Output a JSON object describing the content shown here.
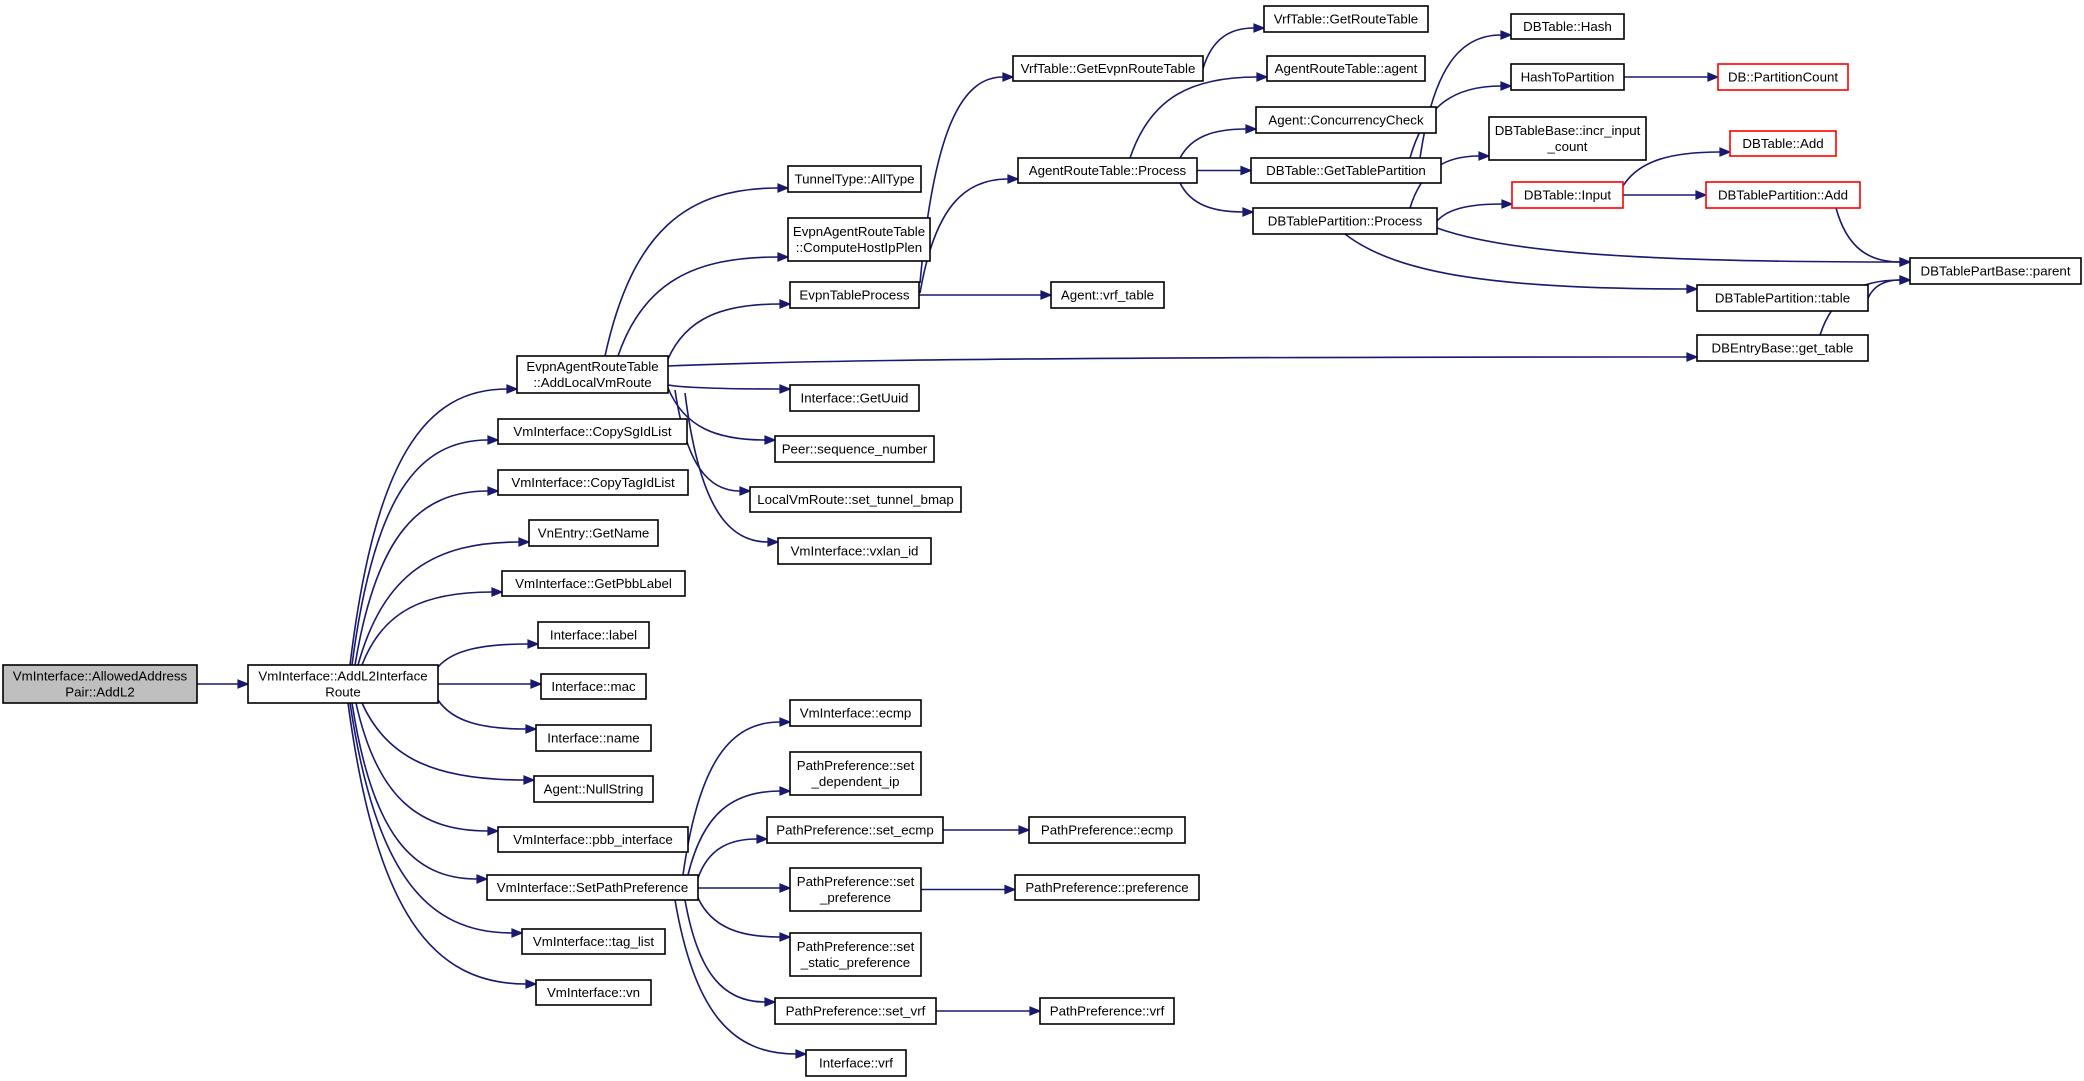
{
  "colors": {
    "edge": "#191970",
    "box_border": "#000000",
    "box_border_truncated": "#ff0000",
    "root_fill": "#bfbfbf",
    "fill": "#ffffff"
  },
  "nodes": [
    {
      "id": "n_root",
      "lines": [
        "VmInterface::AllowedAddress",
        "Pair::AddL2"
      ],
      "style": "root"
    },
    {
      "id": "n_addl2",
      "lines": [
        "VmInterface::AddL2Interface",
        "Route"
      ]
    },
    {
      "id": "n_evpnadd",
      "lines": [
        "EvpnAgentRouteTable",
        "::AddLocalVmRoute"
      ]
    },
    {
      "id": "n_copysg",
      "lines": [
        "VmInterface::CopySgIdList"
      ]
    },
    {
      "id": "n_copytag",
      "lines": [
        "VmInterface::CopyTagIdList"
      ]
    },
    {
      "id": "n_vnname",
      "lines": [
        "VnEntry::GetName"
      ]
    },
    {
      "id": "n_pbblabel",
      "lines": [
        "VmInterface::GetPbbLabel"
      ]
    },
    {
      "id": "n_iflabel",
      "lines": [
        "Interface::label"
      ]
    },
    {
      "id": "n_ifmac",
      "lines": [
        "Interface::mac"
      ]
    },
    {
      "id": "n_ifname",
      "lines": [
        "Interface::name"
      ]
    },
    {
      "id": "n_nullstr",
      "lines": [
        "Agent::NullString"
      ]
    },
    {
      "id": "n_pbbif",
      "lines": [
        "VmInterface::pbb_interface"
      ]
    },
    {
      "id": "n_setpp",
      "lines": [
        "VmInterface::SetPathPreference"
      ]
    },
    {
      "id": "n_taglist",
      "lines": [
        "VmInterface::tag_list"
      ]
    },
    {
      "id": "n_vmvn",
      "lines": [
        "VmInterface::vn"
      ]
    },
    {
      "id": "n_alltype",
      "lines": [
        "TunnelType::AllType"
      ]
    },
    {
      "id": "n_computehost",
      "lines": [
        "EvpnAgentRouteTable",
        "::ComputeHostIpPlen"
      ]
    },
    {
      "id": "n_evpnproc",
      "lines": [
        "EvpnTableProcess"
      ]
    },
    {
      "id": "n_getuuid",
      "lines": [
        "Interface::GetUuid"
      ]
    },
    {
      "id": "n_seqnum",
      "lines": [
        "Peer::sequence_number"
      ]
    },
    {
      "id": "n_settunnel",
      "lines": [
        "LocalVmRoute::set_tunnel_bmap"
      ]
    },
    {
      "id": "n_vxlan",
      "lines": [
        "VmInterface::vxlan_id"
      ]
    },
    {
      "id": "n_getevpn",
      "lines": [
        "VrfTable::GetEvpnRouteTable"
      ]
    },
    {
      "id": "n_artproc",
      "lines": [
        "AgentRouteTable::Process"
      ]
    },
    {
      "id": "n_vrftable",
      "lines": [
        "Agent::vrf_table"
      ]
    },
    {
      "id": "n_getroute",
      "lines": [
        "VrfTable::GetRouteTable"
      ]
    },
    {
      "id": "n_artagent",
      "lines": [
        "AgentRouteTable::agent"
      ]
    },
    {
      "id": "n_conc",
      "lines": [
        "Agent::ConcurrencyCheck"
      ]
    },
    {
      "id": "n_gettp",
      "lines": [
        "DBTable::GetTablePartition"
      ]
    },
    {
      "id": "n_dbtpproc",
      "lines": [
        "DBTablePartition::Process"
      ]
    },
    {
      "id": "n_hash",
      "lines": [
        "DBTable::Hash"
      ]
    },
    {
      "id": "n_h2p",
      "lines": [
        "HashToPartition"
      ]
    },
    {
      "id": "n_incr",
      "lines": [
        "DBTableBase::incr_input",
        "_count"
      ]
    },
    {
      "id": "n_input",
      "lines": [
        "DBTable::Input"
      ],
      "style": "truncated"
    },
    {
      "id": "n_pcount",
      "lines": [
        "DB::PartitionCount"
      ],
      "style": "truncated"
    },
    {
      "id": "n_dbadd",
      "lines": [
        "DBTable::Add"
      ],
      "style": "truncated"
    },
    {
      "id": "n_dbtpadd",
      "lines": [
        "DBTablePartition::Add"
      ],
      "style": "truncated"
    },
    {
      "id": "n_dbtptable",
      "lines": [
        "DBTablePartition::table"
      ]
    },
    {
      "id": "n_parent",
      "lines": [
        "DBTablePartBase::parent"
      ]
    },
    {
      "id": "n_gettable",
      "lines": [
        "DBEntryBase::get_table"
      ]
    },
    {
      "id": "n_vmecmp",
      "lines": [
        "VmInterface::ecmp"
      ]
    },
    {
      "id": "n_setdep",
      "lines": [
        "PathPreference::set",
        "_dependent_ip"
      ]
    },
    {
      "id": "n_setecmp",
      "lines": [
        "PathPreference::set_ecmp"
      ]
    },
    {
      "id": "n_setpref",
      "lines": [
        "PathPreference::set",
        "_preference"
      ]
    },
    {
      "id": "n_setstatic",
      "lines": [
        "PathPreference::set",
        "_static_preference"
      ]
    },
    {
      "id": "n_setvrf",
      "lines": [
        "PathPreference::set_vrf"
      ]
    },
    {
      "id": "n_ifvrf",
      "lines": [
        "Interface::vrf"
      ]
    },
    {
      "id": "n_ppecmp",
      "lines": [
        "PathPreference::ecmp"
      ]
    },
    {
      "id": "n_pppref",
      "lines": [
        "PathPreference::preference"
      ]
    },
    {
      "id": "n_ppvrf",
      "lines": [
        "PathPreference::vrf"
      ]
    }
  ]
}
